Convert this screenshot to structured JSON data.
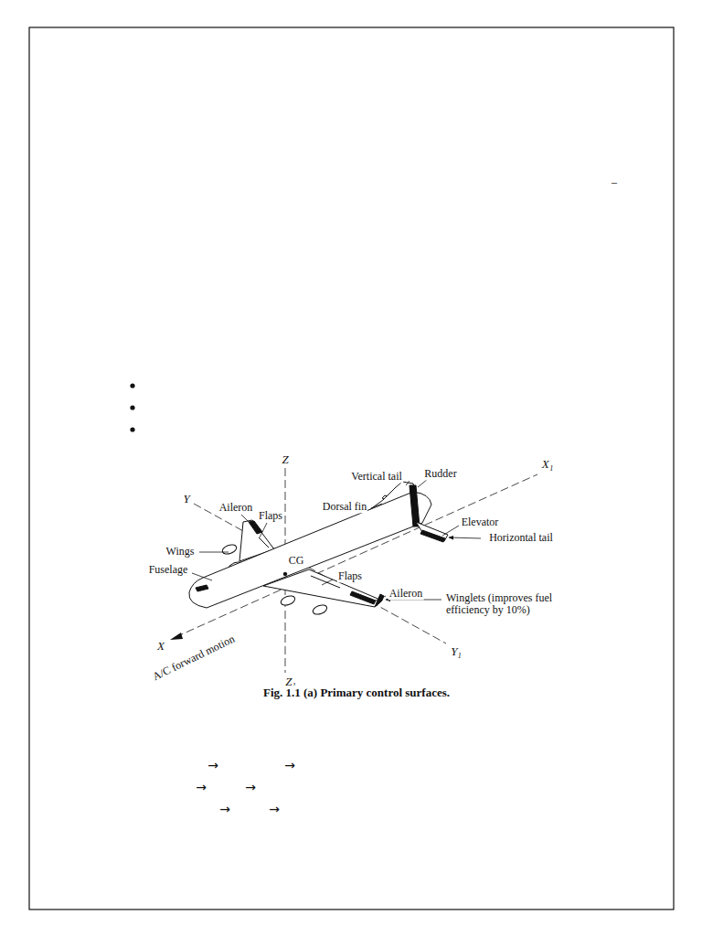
{
  "diagram": {
    "caption": "Fig. 1.1 (a) Primary control surfaces.",
    "labels": [
      "–",
      "Z",
      "Y",
      "Aileron",
      "Flaps",
      "Wings",
      "Fuselage",
      "CG",
      "X",
      "A/C forward motion",
      "Z₁",
      "Vertical tail",
      "Rudder",
      "X₁",
      "Dorsal fin",
      "Elevator",
      "Horizontal tail",
      "Flaps",
      "Aileron",
      "Winglets (improves fuel efficiency by 10%)",
      "Y₁",
      "→",
      "→",
      "→",
      "→",
      "→",
      "→"
    ]
  }
}
